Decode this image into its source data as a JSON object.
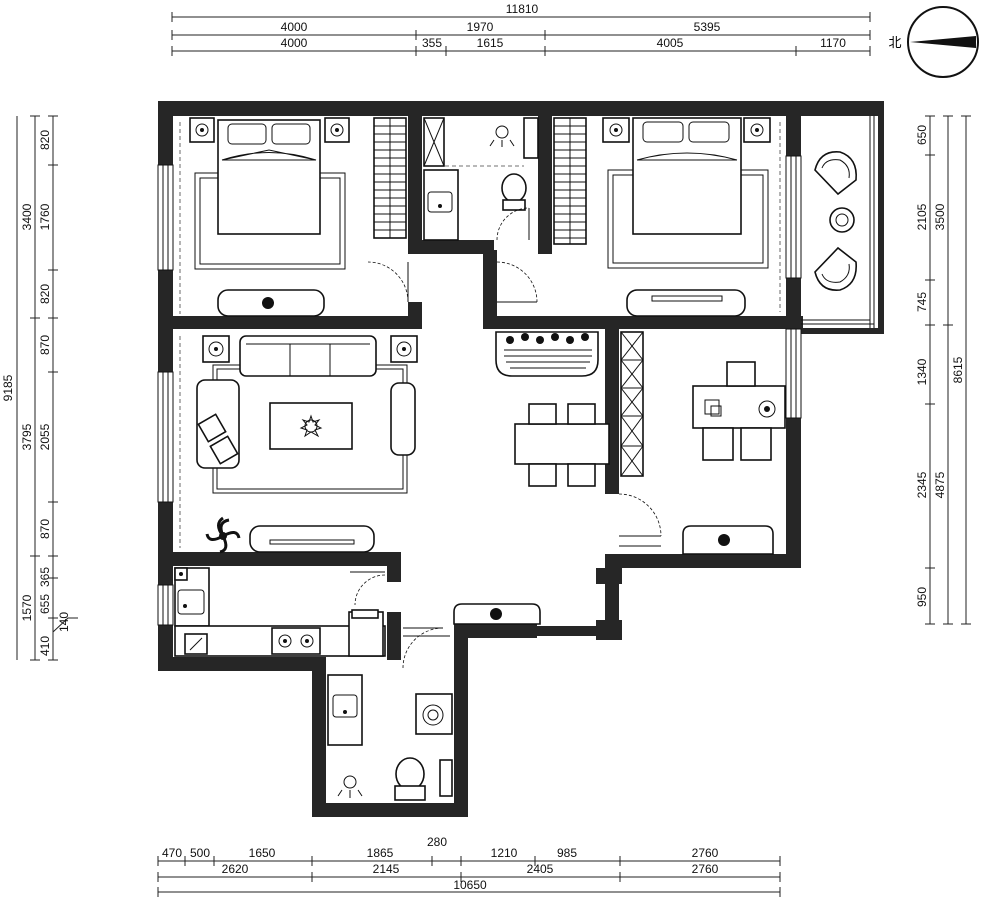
{
  "dimensions": {
    "top_total": "11810",
    "top_row1": [
      "4000",
      "1970",
      "5395"
    ],
    "top_row2": [
      "4000",
      "355",
      "1615",
      "4005",
      "1170"
    ],
    "left_total": "9185",
    "left_row1": [
      "3400",
      "3795",
      "1570"
    ],
    "left_row2": [
      "820",
      "1760",
      "820",
      "870",
      "2055",
      "870",
      "365",
      "655",
      "410"
    ],
    "left_extra": "140",
    "right_row1": [
      "650",
      "2105",
      "745",
      "1340",
      "2345",
      "950"
    ],
    "right_row2": [
      "3500",
      "8615",
      "4875"
    ],
    "bottom_row1": [
      "470",
      "500",
      "1650",
      "1865",
      "1210",
      "985",
      "2760"
    ],
    "bottom_row1_extra": "280",
    "bottom_row2": [
      "2620",
      "2145",
      "2405",
      "2760"
    ],
    "bottom_total": "10650"
  },
  "compass": {
    "label": "北"
  },
  "colors": {
    "wall": "#262626",
    "line": "#111111",
    "background": "#ffffff"
  }
}
